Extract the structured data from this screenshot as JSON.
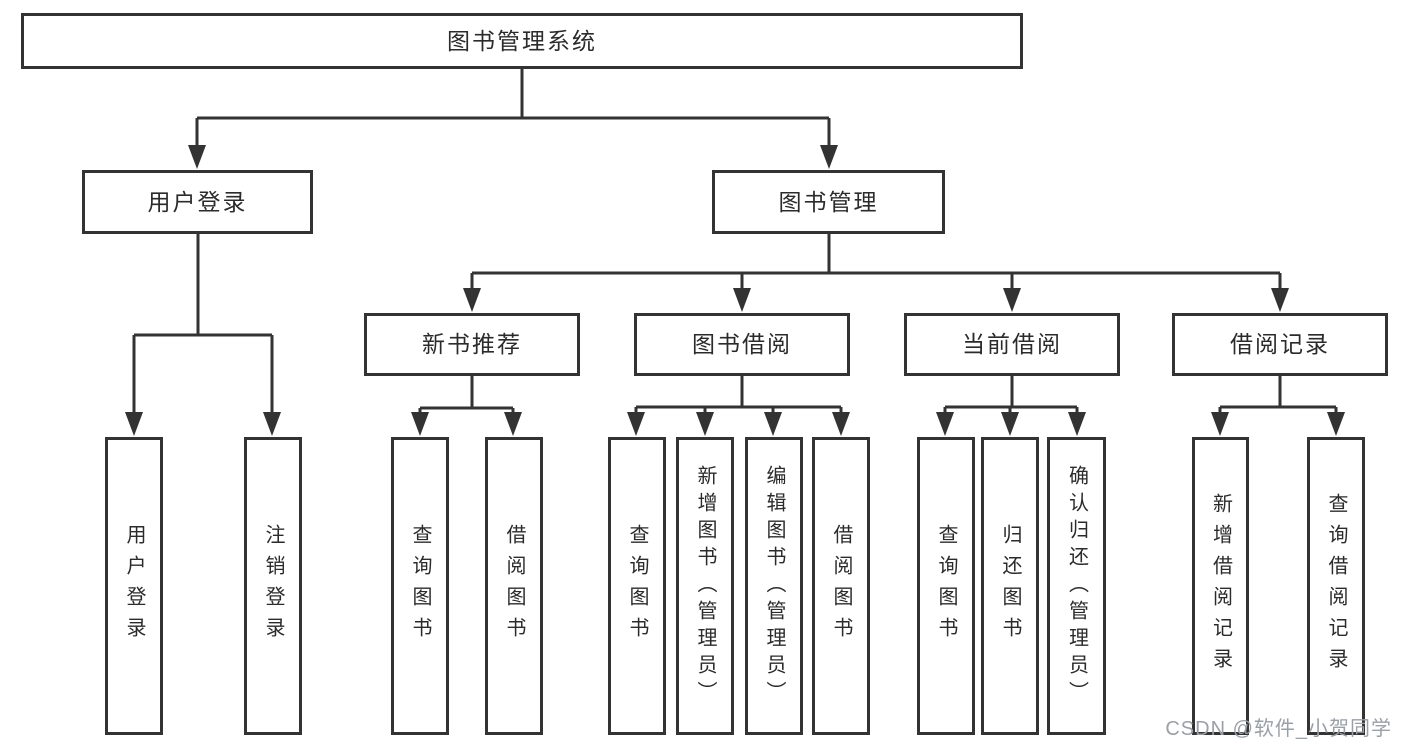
{
  "diagram": {
    "title": "图书管理系统",
    "root": {
      "label": "图书管理系统"
    },
    "level2": [
      {
        "label": "用户登录"
      },
      {
        "label": "图书管理"
      }
    ],
    "level3": [
      {
        "label": "新书推荐",
        "parent": "图书管理"
      },
      {
        "label": "图书借阅",
        "parent": "图书管理"
      },
      {
        "label": "当前借阅",
        "parent": "图书管理"
      },
      {
        "label": "借阅记录",
        "parent": "图书管理"
      }
    ],
    "leaves": [
      {
        "label": "用户登录",
        "parent": "用户登录"
      },
      {
        "label": "注销登录",
        "parent": "用户登录"
      },
      {
        "label": "查询图书",
        "parent": "新书推荐"
      },
      {
        "label": "借阅图书",
        "parent": "新书推荐"
      },
      {
        "label": "查询图书",
        "parent": "图书借阅"
      },
      {
        "label": "新增图书（管理员）",
        "parent": "图书借阅"
      },
      {
        "label": "编辑图书（管理员）",
        "parent": "图书借阅"
      },
      {
        "label": "借阅图书",
        "parent": "图书借阅"
      },
      {
        "label": "查询图书",
        "parent": "当前借阅"
      },
      {
        "label": "归还图书",
        "parent": "当前借阅"
      },
      {
        "label": "确认归还（管理员）",
        "parent": "当前借阅"
      },
      {
        "label": "新增借阅记录",
        "parent": "借阅记录"
      },
      {
        "label": "查询借阅记录",
        "parent": "借阅记录"
      }
    ]
  },
  "watermark": {
    "text": "CSDN @软件_小贺同学"
  },
  "colors": {
    "line": "#333333",
    "text": "#2b2b2b",
    "watermark": "#9aa0a6",
    "background": "#ffffff"
  }
}
